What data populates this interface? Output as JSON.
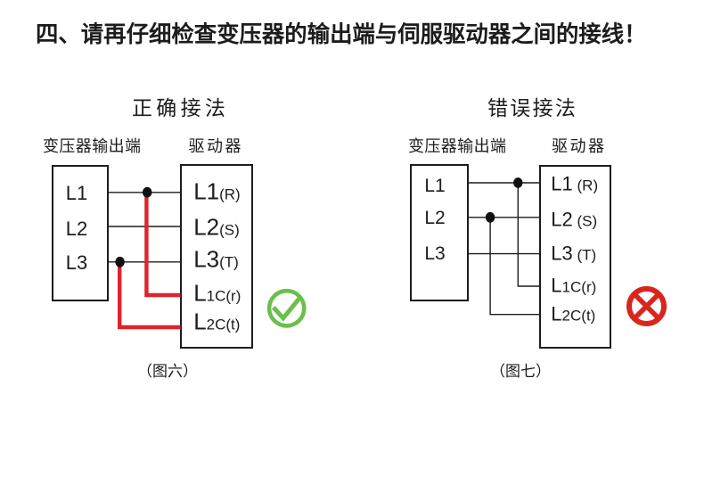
{
  "page": {
    "title": "四、请再仔细检查变压器的输出端与伺服驱动器之间的接线！"
  },
  "colors": {
    "ink": "#1c1c1c",
    "wire_red": "#e0222a",
    "check_green": "#6bbf4b",
    "cross_red": "#da251d"
  },
  "figures": {
    "correct": {
      "heading": "正确接法",
      "source_label": "变压器输出端",
      "drive_label": "驱动器",
      "source_terminals": [
        "L1",
        "L2",
        "L3"
      ],
      "drive_terminals": [
        {
          "big": "L1",
          "small": "(R)"
        },
        {
          "big": "L2",
          "small": "(S)"
        },
        {
          "big": "L3",
          "small": "(T)"
        },
        {
          "big": "L",
          "small": "1C(r)"
        },
        {
          "big": "L",
          "small": "2C(t)"
        }
      ],
      "caption": "（图六）",
      "result": "correct",
      "result_icon": "check-circle"
    },
    "wrong": {
      "heading": "错误接法",
      "source_label": "变压器输出端",
      "drive_label": "驱动器",
      "source_terminals": [
        "L1",
        "L2",
        "L3"
      ],
      "drive_terminals": [
        {
          "big": "L1",
          "small": " (R)"
        },
        {
          "big": "L2",
          "small": " (S)"
        },
        {
          "big": "L3",
          "small": " (T)"
        },
        {
          "big": "L",
          "small": "1C(r)"
        },
        {
          "big": "L",
          "small": "2C(t)"
        }
      ],
      "caption": "（图七）",
      "result": "wrong",
      "result_icon": "cross-circle"
    }
  }
}
